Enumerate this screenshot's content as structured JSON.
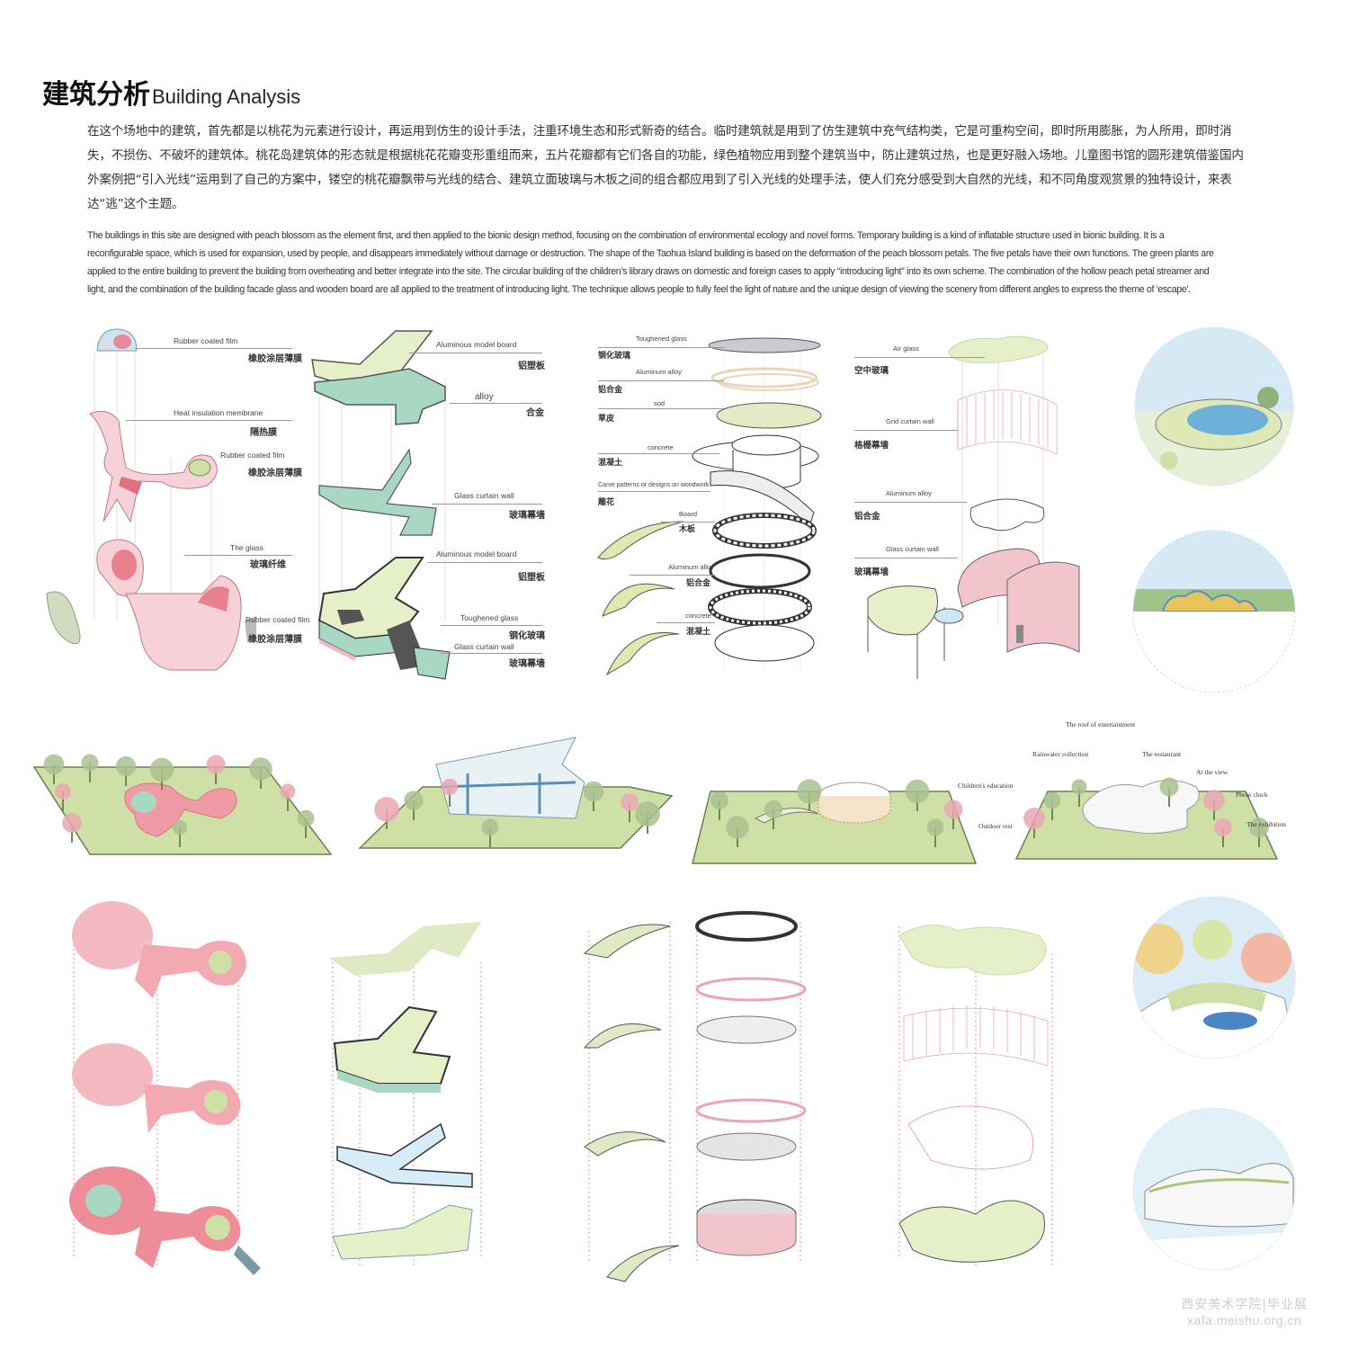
{
  "header": {
    "title_cn": "建筑分析",
    "title_en": "Building Analysis"
  },
  "intro": {
    "cn": "在这个场地中的建筑，首先都是以桃花为元素进行设计，再运用到仿生的设计手法，注重环境生态和形式新奇的结合。临时建筑就是用到了仿生建筑中充气结构类，它是可重构空间，即时所用膨胀，为人所用，即时消失，不损伤、不破坏的建筑体。桃花岛建筑体的形态就是根据桃花花瓣变形重组而来，五片花瓣都有它们各自的功能，绿色植物应用到整个建筑当中，防止建筑过热，也是更好融入场地。儿童图书馆的圆形建筑借鉴国内外案例把“引入光线”运用到了自己的方案中，镂空的桃花瓣飘带与光线的结合、建筑立面玻璃与木板之间的组合都应用到了引入光线的处理手法，使人们充分感受到大自然的光线，和不同角度观赏景的独特设计，来表达“逃”这个主题。",
    "en": "The buildings in this site are designed with peach blossom as the element first, and then applied to the bionic design method, focusing on the combination of environmental ecology and novel forms. Temporary building is a kind of inflatable structure used in bionic building. It is a reconfigurable space, which is used for expansion, used by people, and disappears immediately without damage or destruction. The shape of the Taohua Island building is based on the deformation of the peach blossom petals. The five petals have their own functions. The green plants are applied to the entire building to prevent the building from overheating and better integrate into the site. The circular building of the children’s library draws on domestic and foreign cases to apply “introducing light” into its own scheme. The combination of the hollow peach petal streamer and light, and the combination of the building facade glass and wooden board are all applied to the treatment of introducing light. The technique allows people to fully feel the light of nature and the unique design of viewing the scenery from different angles to express the theme of 'escape'."
  },
  "exploded": [
    {
      "labels": [
        {
          "en": "Rubber coated film",
          "cn": "橡胶涂层薄膜"
        },
        {
          "en": "Heat insulation membrane",
          "cn": "隔热膜"
        },
        {
          "en": "Rubber coated film",
          "cn": "橡胶涂层薄膜"
        },
        {
          "en": "The glass",
          "cn": "玻璃纤维"
        },
        {
          "en": "Rubber coated film",
          "cn": "橡胶涂层薄膜"
        }
      ]
    },
    {
      "labels": [
        {
          "en": "Aluminous model board",
          "cn": "铝塑板"
        },
        {
          "en": "alloy",
          "cn": "合金"
        },
        {
          "en": "Glass curtain wall",
          "cn": "玻璃幕墙"
        },
        {
          "en": "Aluminous model board",
          "cn": "铝塑板"
        },
        {
          "en": "Toughened glass",
          "cn": "钢化玻璃"
        },
        {
          "en": "Glass curtain wall",
          "cn": "玻璃幕墙"
        }
      ]
    },
    {
      "labels": [
        {
          "en": "Toughened glass",
          "cn": "钢化玻璃"
        },
        {
          "en": "Aluminum alloy",
          "cn": "铝合金"
        },
        {
          "en": "sod",
          "cn": "草皮"
        },
        {
          "en": "concrete",
          "cn": "混凝土"
        },
        {
          "en": "Carve patterns or designs on woodwork",
          "cn": "雕花"
        },
        {
          "en": "Board",
          "cn": "木板"
        },
        {
          "en": "Aluminum alloy",
          "cn": "铝合金"
        },
        {
          "en": "concrete",
          "cn": "混凝土"
        }
      ]
    },
    {
      "labels": [
        {
          "en": "Air glass",
          "cn": "空中玻璃"
        },
        {
          "en": "Grid curtain wall",
          "cn": "格栅幕墙"
        },
        {
          "en": "Aluminum alloy",
          "cn": "铝合金"
        },
        {
          "en": "Glass curtain wall",
          "cn": "玻璃幕墙"
        }
      ]
    }
  ],
  "site_plan_4": {
    "labels": [
      "The roof of entertainment",
      "Rainwater collection",
      "The restaurant",
      "Children's education",
      "At the view",
      "Photo clock",
      "Outdoor rest",
      "The exhibition"
    ]
  },
  "watermark": {
    "line1": "西安美术学院|毕业展",
    "line2": "xafa.meishu.org.cn"
  },
  "colors": {
    "pink": "#f2b9c3",
    "deep_pink": "#e8808e",
    "green": "#dfe9c4",
    "mint": "#a8d8c4",
    "grass": "#cfe0a6",
    "tree_green": "#a9bf8f",
    "tree_pink": "#eaa6b3",
    "sky": "#cfe6f5"
  }
}
